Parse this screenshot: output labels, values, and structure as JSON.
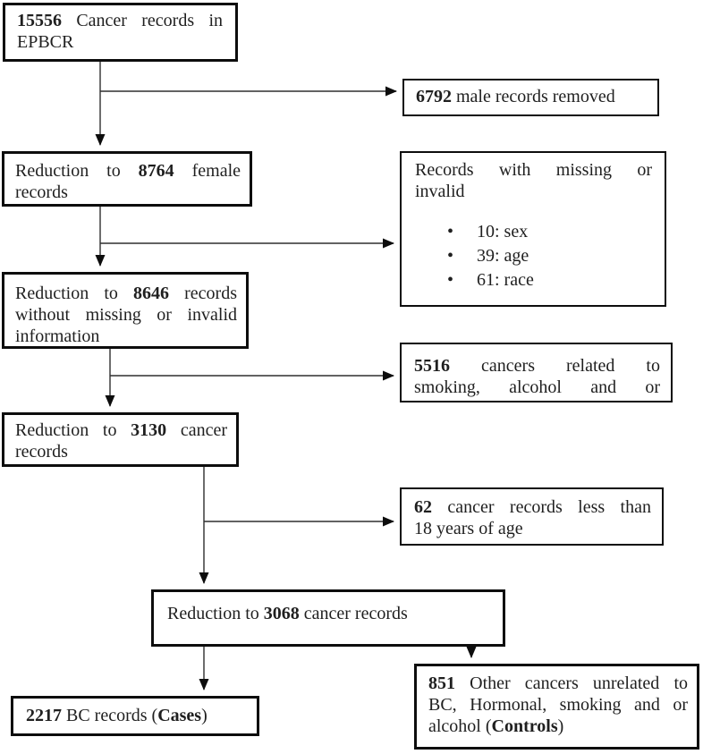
{
  "diagram": {
    "bullet_glyph": "•",
    "colors": {
      "box_border": "#0d0d0d",
      "text": "#1f1f1f",
      "background": "#ffffff",
      "arrow": "#2e2e2e"
    },
    "boxes": {
      "epbcr": {
        "l1": {
          "num": "15556",
          "rest": " Cancer records in"
        },
        "l2": "EPBCR"
      },
      "male_removed": {
        "l1": {
          "num": "6792",
          "rest": " male records removed"
        }
      },
      "female": {
        "l1": {
          "pre": "Reduction to ",
          "num": "8764",
          "rest": " female"
        },
        "l2": "records"
      },
      "missing_invalid": {
        "t1": "Records with missing or",
        "t2": "invalid",
        "bullets": [
          "10: sex",
          "39: age",
          "61: race"
        ]
      },
      "clean": {
        "l1": {
          "pre": "Reduction to ",
          "num": "8646",
          "rest": " records"
        },
        "l2": "without missing or invalid",
        "l3": "information"
      },
      "smoking": {
        "l1": {
          "num": "5516",
          "rest": " cancers related to"
        },
        "l2": "smoking, alcohol and or"
      },
      "r3130": {
        "l1": {
          "pre": "Reduction to ",
          "num": "3130",
          "rest": " cancer"
        },
        "l2": "records"
      },
      "under18": {
        "l1": {
          "num": "62",
          "rest": " cancer records less than"
        },
        "l2": "18 years of age"
      },
      "r3068": {
        "l1": {
          "pre": "Reduction to ",
          "num": "3068",
          "rest": " cancer records"
        }
      },
      "bc_cases": {
        "l1": {
          "num": "2217",
          "mid": " BC records (",
          "emph": "Cases",
          "end": ")"
        }
      },
      "controls": {
        "l1": {
          "num": "851",
          "rest": " Other cancers unrelated to"
        },
        "l2": "BC, Hormonal, smoking and or",
        "l3": {
          "pre": "alcohol (",
          "emph": "Controls",
          "end": ")"
        }
      }
    }
  }
}
